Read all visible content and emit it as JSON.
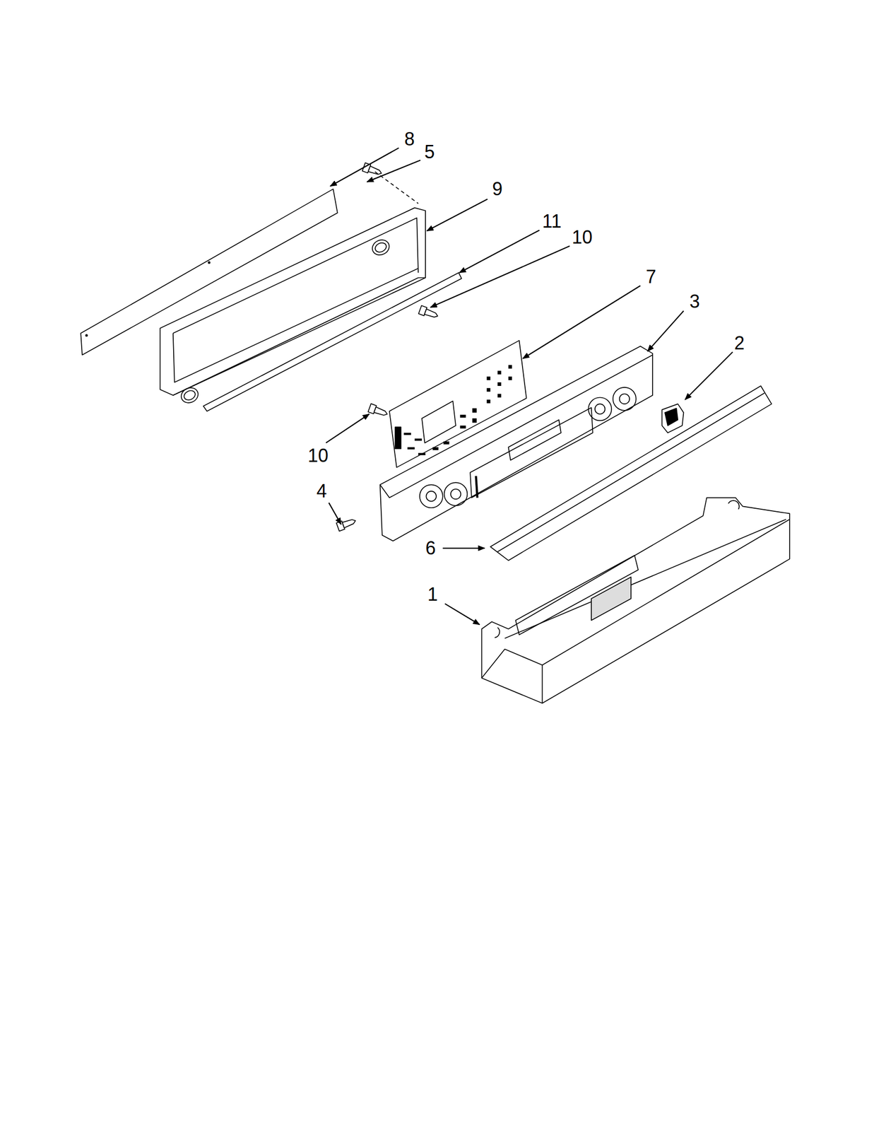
{
  "diagram": {
    "labels": [
      "8",
      "5",
      "9",
      "11",
      "10",
      "7",
      "3",
      "2",
      "10",
      "4",
      "6",
      "1"
    ]
  }
}
